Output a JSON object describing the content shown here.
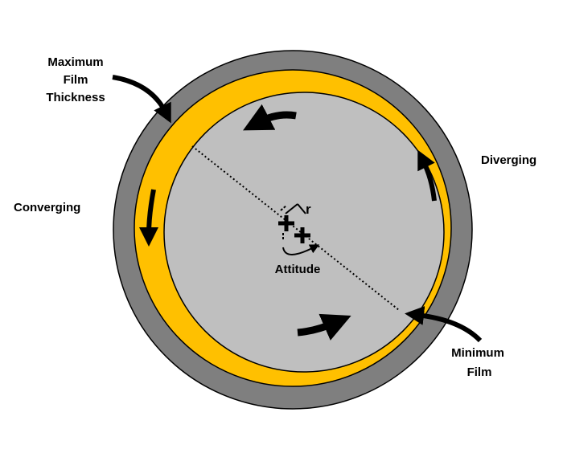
{
  "labels": {
    "max_film_line1": "Maximum",
    "max_film_line2": "Film",
    "max_film_line3": "Thickness",
    "diverging": "Diverging",
    "converging": "Converging",
    "radius": "r",
    "attitude": "Attitude",
    "min_film_line1": "Minimum",
    "min_film_line2": "Film"
  },
  "colors": {
    "housing": "#7f7f7f",
    "oil_film": "#ffc000",
    "journal": "#bfbfbf",
    "outline": "#000000"
  },
  "icons": {
    "bearing_center": "plus-icon",
    "journal_center": "plus-icon",
    "rotation_arrows": "curved-arrow-icon"
  }
}
